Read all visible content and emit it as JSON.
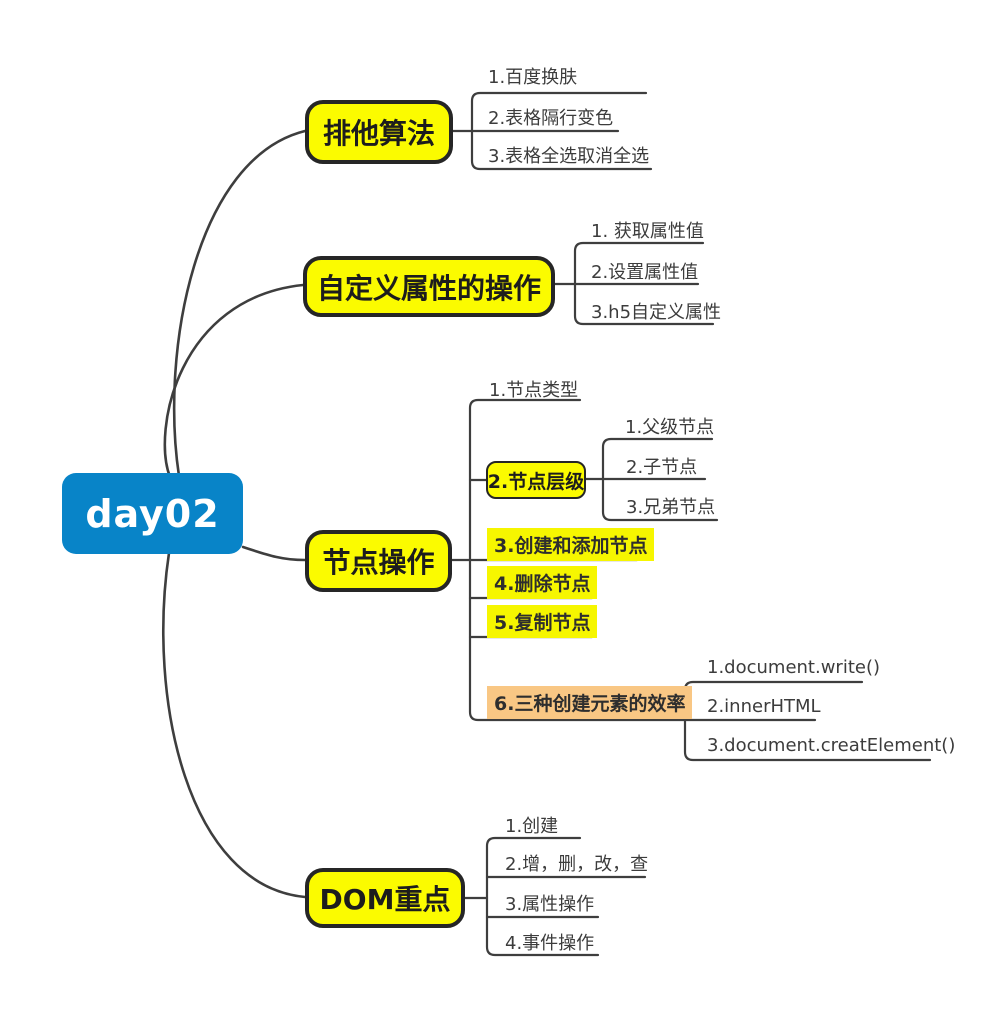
{
  "root": {
    "label": "day02"
  },
  "colors": {
    "root_fill": "#0884C8",
    "root_text": "#FFFFFF",
    "topic_yellow": "#FBFB00",
    "highlight_yellow": "#F6F600",
    "highlight_orange": "#F9C784",
    "line": "#3E3E3E",
    "border": "#262626",
    "text": "#3C3C3C"
  },
  "branches": [
    {
      "label": "排他算法",
      "children": [
        {
          "label": "1.百度换肤"
        },
        {
          "label": "2.表格隔行变色"
        },
        {
          "label": "3.表格全选取消全选"
        }
      ]
    },
    {
      "label": "自定义属性的操作",
      "children": [
        {
          "label": "1. 获取属性值"
        },
        {
          "label": "2.设置属性值"
        },
        {
          "label": "3.h5自定义属性"
        }
      ]
    },
    {
      "label": "节点操作",
      "children": [
        {
          "label": "1.节点类型"
        },
        {
          "label": "2.节点层级",
          "children": [
            {
              "label": "1.父级节点"
            },
            {
              "label": "2.子节点"
            },
            {
              "label": "3.兄弟节点"
            }
          ]
        },
        {
          "label": "3.创建和添加节点"
        },
        {
          "label": "4.删除节点"
        },
        {
          "label": "5.复制节点"
        },
        {
          "label": "6.三种创建元素的效率",
          "children": [
            {
              "label": "1.document.write()"
            },
            {
              "label": "2.innerHTML"
            },
            {
              "label": "3.document.creatElement()"
            }
          ]
        }
      ]
    },
    {
      "label": "DOM重点",
      "children": [
        {
          "label": "1.创建"
        },
        {
          "label": "2.增，删，改，查"
        },
        {
          "label": "3.属性操作"
        },
        {
          "label": "4.事件操作"
        }
      ]
    }
  ]
}
